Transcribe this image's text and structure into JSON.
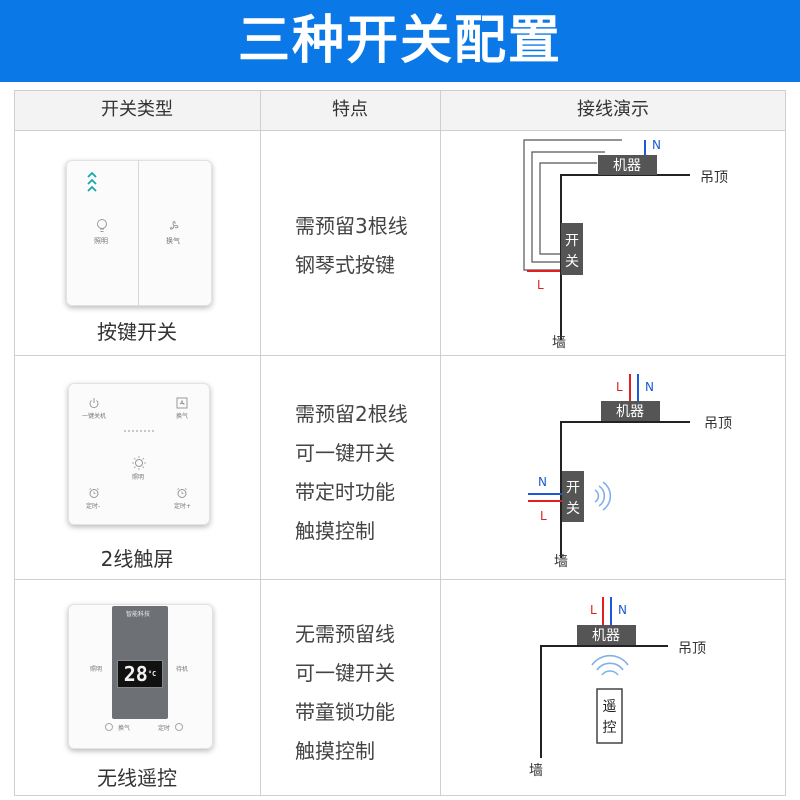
{
  "banner": {
    "title": "三种开关配置"
  },
  "table": {
    "headers": [
      "开关类型",
      "特点",
      "接线演示"
    ]
  },
  "rows": [
    {
      "type_label": "按键开关",
      "features": [
        "需预留3根线",
        "钢琴式按键"
      ],
      "panel": {
        "left_label": "照明",
        "right_label": "换气"
      },
      "wiring": {
        "machine": "机器",
        "ceiling": "吊顶",
        "switch": "开关",
        "wall": "墙",
        "live": "L",
        "neutral": "N"
      }
    },
    {
      "type_label": "2线触屏",
      "features": [
        "需预留2根线",
        "可一键开关",
        "带定时功能",
        "触摸控制"
      ],
      "panel": {
        "top_left": "一键关机",
        "top_right": "换气",
        "center": "照明",
        "bottom_left": "定时-",
        "bottom_right": "定时+"
      },
      "wiring": {
        "machine": "机器",
        "ceiling": "吊顶",
        "switch": "开关",
        "wall": "墙",
        "live_top": "L",
        "neutral_top": "N",
        "neutral_left": "N",
        "live_left": "L"
      }
    },
    {
      "type_label": "无线遥控",
      "features": [
        "无需预留线",
        "可一键开关",
        "带童锁功能",
        "触摸控制"
      ],
      "panel": {
        "screen_title": "智能科技",
        "left_label": "照明",
        "right_label": "待机",
        "bottom_left": "换气",
        "bottom_right": "定时",
        "temperature": "28",
        "unit": "°C"
      },
      "wiring": {
        "machine": "机器",
        "ceiling": "吊顶",
        "remote": "遥控",
        "wall": "墙",
        "live": "L",
        "neutral": "N"
      }
    }
  ],
  "colors": {
    "banner": "#0a78e6",
    "live": "#e02020",
    "neutral": "#1a5ad8",
    "box": "#555555"
  }
}
